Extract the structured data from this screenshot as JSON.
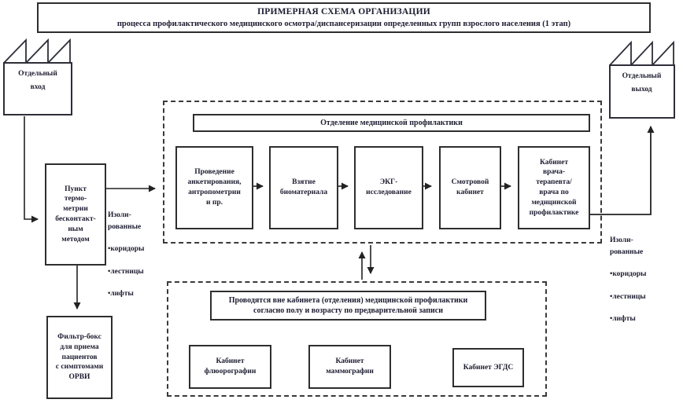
{
  "colors": {
    "ink": "#1c1c30",
    "line": "#2b2b2b",
    "background": "#ffffff"
  },
  "title": {
    "line1": "ПРИМЕРНАЯ СХЕМА ОРГАНИЗАЦИИ",
    "line2": "процесса профилактического медицинского осмотра/диспансеризации определенных групп взрослого населения (1 этап)"
  },
  "entrance": {
    "label": "Отдельный\nвход"
  },
  "exit": {
    "label": "Отдельный\nвыход"
  },
  "thermometry_point": {
    "label": "Пункт\nтермо-\nметрии\nбесконтакт-\nным\nметодом"
  },
  "filter_box": {
    "label": "Фильтр-бокс\nдля приема\nпациентов\nс симптомами\nОРВИ"
  },
  "isolated_left": {
    "title": "Изоли-\nрованные",
    "items": [
      "коридоры",
      "лестницы",
      "лифты"
    ]
  },
  "isolated_right": {
    "title": "Изоли-\nрованные",
    "items": [
      "коридоры",
      "лестницы",
      "лифты"
    ]
  },
  "prevention_department": {
    "header": "Отделение медицинской профилактики",
    "steps": [
      {
        "label": "Проведение\nанкетирования,\nантропометрии\nи пр."
      },
      {
        "label": "Взятие\nбиоматериала"
      },
      {
        "label": "ЭКГ-\nисследование"
      },
      {
        "label": "Смотровой\nкабинет"
      },
      {
        "label": "Кабинет\nврача-\nтерапевта/\nврача по\nмедицинской\nпрофилактике"
      }
    ]
  },
  "external_rooms": {
    "header": "Проводятся вне кабинета (отделения) медицинской профилактики\nсогласно полу и возрасту по предварительной записи",
    "rooms": [
      {
        "label": "Кабинет\nфлюорографии"
      },
      {
        "label": "Кабинет\nмаммографии"
      },
      {
        "label": "Кабинет ЭГДС"
      }
    ]
  }
}
